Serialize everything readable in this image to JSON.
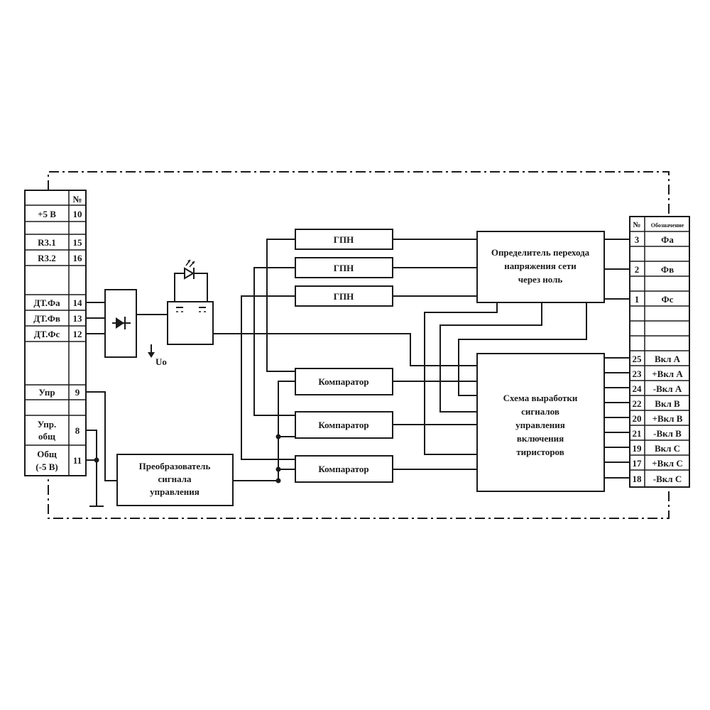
{
  "left_terminal": {
    "header_number": "№",
    "rows": [
      {
        "label": "+5 В",
        "num": "10"
      },
      {
        "label": "R3.1",
        "num": "15"
      },
      {
        "label": "R3.2",
        "num": "16"
      },
      {
        "label": "ДТ.Фа",
        "num": "14"
      },
      {
        "label": "ДТ.Фв",
        "num": "13"
      },
      {
        "label": "ДТ.Фс",
        "num": "12"
      },
      {
        "label": "Упр",
        "num": "9"
      },
      {
        "label_line1": "Упр.",
        "label_line2": "общ",
        "num": "8"
      },
      {
        "label_line1": "Общ",
        "label_line2": "(-5 В)",
        "num": "11"
      }
    ]
  },
  "right_terminal": {
    "header_number": "№",
    "header_label": "Обозначение",
    "rows": [
      {
        "num": "3",
        "label": "Фа"
      },
      {
        "num": "2",
        "label": "Фв"
      },
      {
        "num": "1",
        "label": "Фс"
      },
      {
        "num": "25",
        "label": "Вкл А"
      },
      {
        "num": "23",
        "label": "+Вкл А"
      },
      {
        "num": "24",
        "label": "-Вкл А"
      },
      {
        "num": "22",
        "label": "Вкл В"
      },
      {
        "num": "20",
        "label": "+Вкл В"
      },
      {
        "num": "21",
        "label": "-Вкл В"
      },
      {
        "num": "19",
        "label": "Вкл С"
      },
      {
        "num": "17",
        "label": "+Вкл С"
      },
      {
        "num": "18",
        "label": "-Вкл С"
      }
    ]
  },
  "blocks": {
    "gpn_1": "ГПН",
    "gpn_2": "ГПН",
    "gpn_3": "ГПН",
    "comparator_1": "Компаратор",
    "comparator_2": "Компаратор",
    "comparator_3": "Компаратор",
    "zero_cross": {
      "line1": "Определитель перехода",
      "line2": "напряжения сети",
      "line3": "через ноль"
    },
    "control_scheme": {
      "line1": "Схема выработки",
      "line2": "сигналов",
      "line3": "управления",
      "line4": "включения",
      "line5": "тиристоров"
    },
    "converter": {
      "line1": "Преобразователь",
      "line2": "сигнала",
      "line3": "управления"
    },
    "power_output_label": "Uo"
  },
  "icons": {
    "rectifier": "diode-bridge-icon",
    "led": "led-icon",
    "power_supply": "dc-supply-icon",
    "ground": "ground-icon"
  }
}
